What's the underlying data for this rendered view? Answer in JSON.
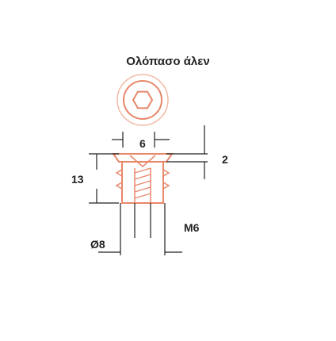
{
  "diagram": {
    "title": "Ολόπασο άλεν",
    "dimensions": {
      "head_width": "6",
      "head_height": "2",
      "total_length": "13",
      "thread": "M6",
      "outer_diameter": "Ø8"
    }
  },
  "colors": {
    "part": "#e8876a",
    "part_light": "#f3b9a4",
    "dimension": "#222222",
    "text": "#222222"
  },
  "icons": [
    "hex-socket-icon"
  ]
}
